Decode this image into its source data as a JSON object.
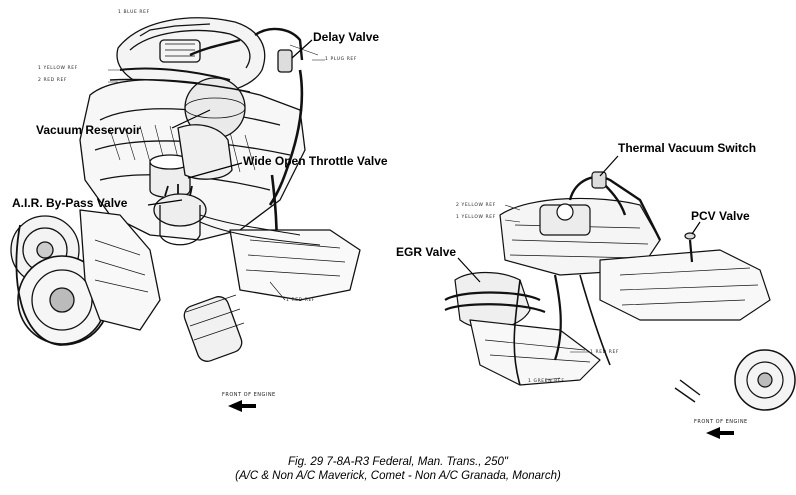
{
  "callouts": {
    "delay_valve": "Delay Valve",
    "vacuum_reservoir": "Vacuum Reservoir",
    "wot_valve": "Wide Open Throttle Valve",
    "air_bypass_valve": "A.I.R. By-Pass Valve",
    "thermal_vacuum_switch": "Thermal Vacuum Switch",
    "pcv_valve": "PCV Valve",
    "egr_valve": "EGR Valve"
  },
  "hose_tags": {
    "left_top": "1 BLUE REF",
    "left_yellow": "1 YELLOW REF",
    "left_red": "2 RED REF",
    "left_delay": "1 PLUG REF",
    "left_bottom_red": "1 RED REF",
    "right_yellow": "2 YELLOW REF",
    "right_yellow2": "1 YELLOW REF",
    "right_red": "1 RED REF",
    "right_green": "1 GREEN REF"
  },
  "front_labels": {
    "left": "FRONT OF ENGINE",
    "right": "FRONT OF ENGINE"
  },
  "caption": {
    "line1": "Fig. 29    7-8A-R3 Federal, Man. Trans., 250\"",
    "line2": "(A/C & Non A/C Maverick, Comet - Non A/C Granada, Monarch)"
  }
}
